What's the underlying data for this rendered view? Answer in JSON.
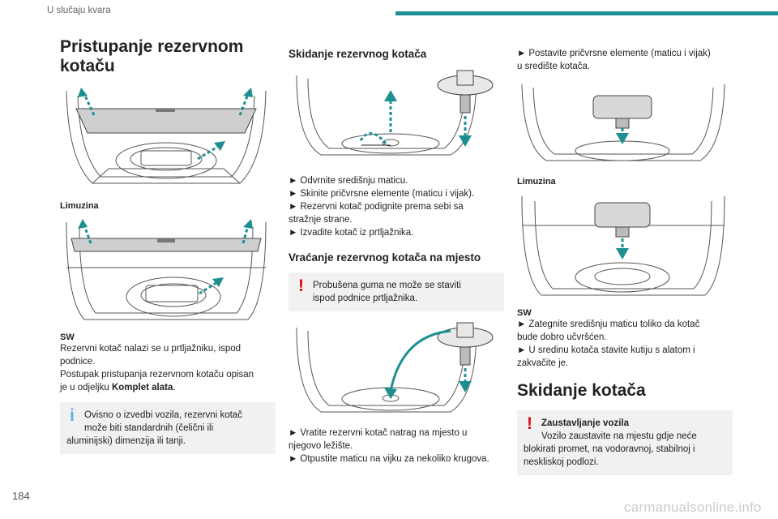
{
  "header": {
    "title": "U slučaju kvara",
    "accent": "#1d8f91"
  },
  "page_number": "184",
  "watermark": "carmanualsonline.info",
  "col1": {
    "title_line1": "Pristupanje rezervnom",
    "title_line2": "kotaču",
    "label_limuzina": "Limuzina",
    "label_sw": "SW",
    "para1_line1": "Rezervni kotač nalazi se u prtljažniku, ispod",
    "para1_line2": "podnice.",
    "para2_line1": "Postupak pristupanja rezervnom kotaču opisan",
    "para2_prefix": "je u odjeljku ",
    "para2_bold": "Komplet alata",
    "para2_suffix": ".",
    "info_line1": "Ovisno o izvedbi vozila, rezervni kotač",
    "info_line2": "može biti standardnih (čelični ili",
    "info_line3": "aluminijski) dimenzija ili tanji.",
    "info_icon": "i"
  },
  "col2": {
    "title1": "Skidanje rezervnog kotača",
    "steps1": [
      "Odvrnite središnju maticu.",
      "Skinite pričvrsne elemente (maticu i vijak).",
      "Rezervni kotač podignite prema sebi sa",
      "stražnje strane.",
      "Izvadite kotač iz prtljažnika."
    ],
    "bullet_symbol": "►",
    "title2": "Vraćanje rezervnog kotača na mjesto",
    "warn_line1": "Probušena guma ne može se staviti",
    "warn_line2": "ispod podnice prtljažnika.",
    "warn_icon": "!",
    "steps2": [
      "Vratite rezervni kotač natrag na mjesto u",
      "njegovo ležište.",
      "Otpustite maticu na vijku za nekoliko krugova."
    ]
  },
  "col3": {
    "step_top_line1": "Postavite pričvrsne elemente (maticu i vijak)",
    "step_top_line2": "u središte kotača.",
    "label_limuzina": "Limuzina",
    "label_sw": "SW",
    "steps": [
      "Zategnite središnju maticu toliko da kotač",
      "bude dobro učvršćen.",
      "U sredinu kotača stavite kutiju s alatom i",
      "zakvačite je."
    ],
    "title": "Skidanje kotača",
    "warn_title": "Zaustavljanje vozila",
    "warn_line1": "Vozilo zaustavite na mjestu gdje neće",
    "warn_line2": "blokirati promet, na vodoravnoj, stabilnoj i",
    "warn_line3": "neskliskoj podlozi.",
    "warn_icon": "!"
  }
}
